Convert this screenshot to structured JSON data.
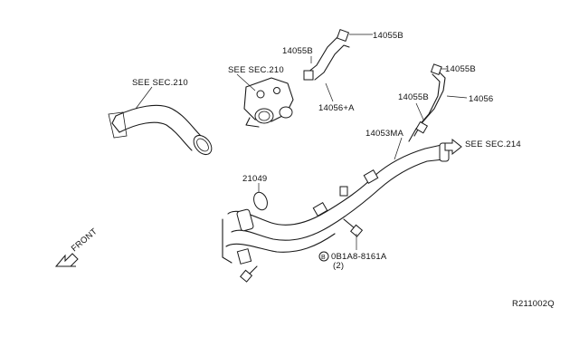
{
  "labels": {
    "see_sec_210_left": "SEE SEC.210",
    "see_sec_210_center": "SEE SEC.210",
    "see_sec_214": "SEE SEC.214",
    "part_14055b_top": "14055B",
    "part_14055b_mid": "14055B",
    "part_14056a": "14056+A",
    "part_14055b_right": "14055B",
    "part_14055b_right2": "14055B",
    "part_14056": "14056",
    "part_14053ma": "14053MA",
    "part_21049": "21049",
    "bolt_callout": "0B1A8-8161A",
    "bolt_qty": "(2)",
    "bolt_circle": "B",
    "front": "FRONT",
    "diagram_id": "R211002Q"
  }
}
